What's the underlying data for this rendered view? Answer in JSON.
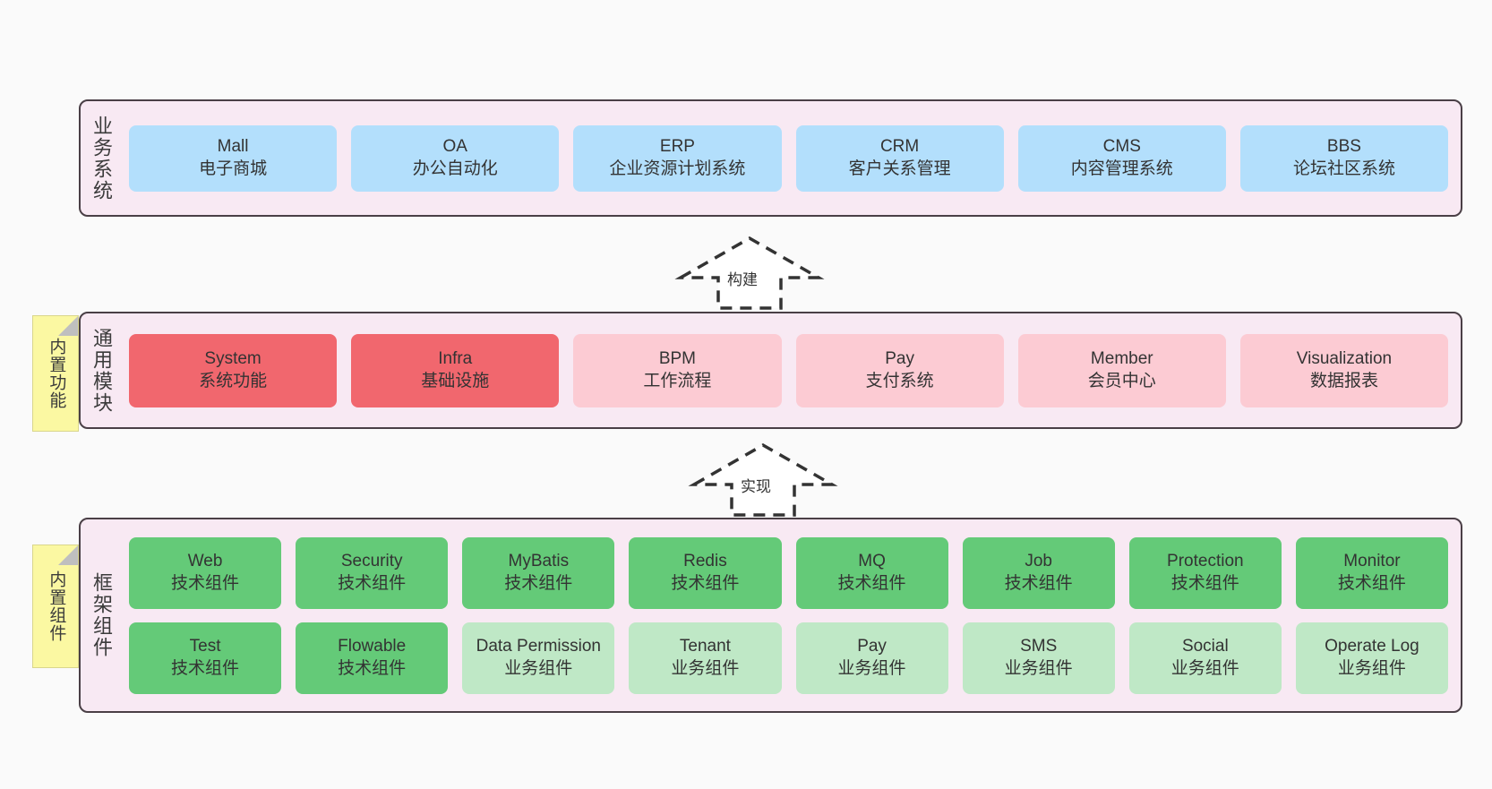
{
  "diagram": {
    "background": "#fafafa",
    "panel_color": "#f8e9f3",
    "note_color": "#fbf8a2",
    "layers": [
      {
        "id": "business",
        "title": "业务系统",
        "card_color": "#b3dffc",
        "cards": [
          {
            "title": "Mall",
            "subtitle": "电子商城"
          },
          {
            "title": "OA",
            "subtitle": "办公自动化"
          },
          {
            "title": "ERP",
            "subtitle": "企业资源计划系统"
          },
          {
            "title": "CRM",
            "subtitle": "客户关系管理"
          },
          {
            "title": "CMS",
            "subtitle": "内容管理系统"
          },
          {
            "title": "BBS",
            "subtitle": "论坛社区系统"
          }
        ]
      },
      {
        "id": "common",
        "title": "通用模块",
        "note": "内置功能",
        "cards": [
          {
            "title": "System",
            "subtitle": "系统功能",
            "color": "#f1676e"
          },
          {
            "title": "Infra",
            "subtitle": "基础设施",
            "color": "#f1676e"
          },
          {
            "title": "BPM",
            "subtitle": "工作流程",
            "color": "#fccbd3"
          },
          {
            "title": "Pay",
            "subtitle": "支付系统",
            "color": "#fccbd3"
          },
          {
            "title": "Member",
            "subtitle": "会员中心",
            "color": "#fccbd3"
          },
          {
            "title": "Visualization",
            "subtitle": "数据报表",
            "color": "#fccbd3"
          }
        ]
      },
      {
        "id": "framework",
        "title": "框架组件",
        "note": "内置组件",
        "rows": [
          [
            {
              "title": "Web",
              "subtitle": "技术组件",
              "color": "#64ca78"
            },
            {
              "title": "Security",
              "subtitle": "技术组件",
              "color": "#64ca78"
            },
            {
              "title": "MyBatis",
              "subtitle": "技术组件",
              "color": "#64ca78"
            },
            {
              "title": "Redis",
              "subtitle": "技术组件",
              "color": "#64ca78"
            },
            {
              "title": "MQ",
              "subtitle": "技术组件",
              "color": "#64ca78"
            },
            {
              "title": "Job",
              "subtitle": "技术组件",
              "color": "#64ca78"
            },
            {
              "title": "Protection",
              "subtitle": "技术组件",
              "color": "#64ca78"
            },
            {
              "title": "Monitor",
              "subtitle": "技术组件",
              "color": "#64ca78"
            }
          ],
          [
            {
              "title": "Test",
              "subtitle": "技术组件",
              "color": "#64ca78"
            },
            {
              "title": "Flowable",
              "subtitle": "技术组件",
              "color": "#64ca78"
            },
            {
              "title": "Data Permission",
              "subtitle": "业务组件",
              "color": "#bfe8c6"
            },
            {
              "title": "Tenant",
              "subtitle": "业务组件",
              "color": "#bfe8c6"
            },
            {
              "title": "Pay",
              "subtitle": "业务组件",
              "color": "#bfe8c6"
            },
            {
              "title": "SMS",
              "subtitle": "业务组件",
              "color": "#bfe8c6"
            },
            {
              "title": "Social",
              "subtitle": "业务组件",
              "color": "#bfe8c6"
            },
            {
              "title": "Operate Log",
              "subtitle": "业务组件",
              "color": "#bfe8c6"
            }
          ]
        ]
      }
    ],
    "arrows": [
      {
        "id": "build",
        "label": "构建"
      },
      {
        "id": "implement",
        "label": "实现"
      }
    ]
  }
}
